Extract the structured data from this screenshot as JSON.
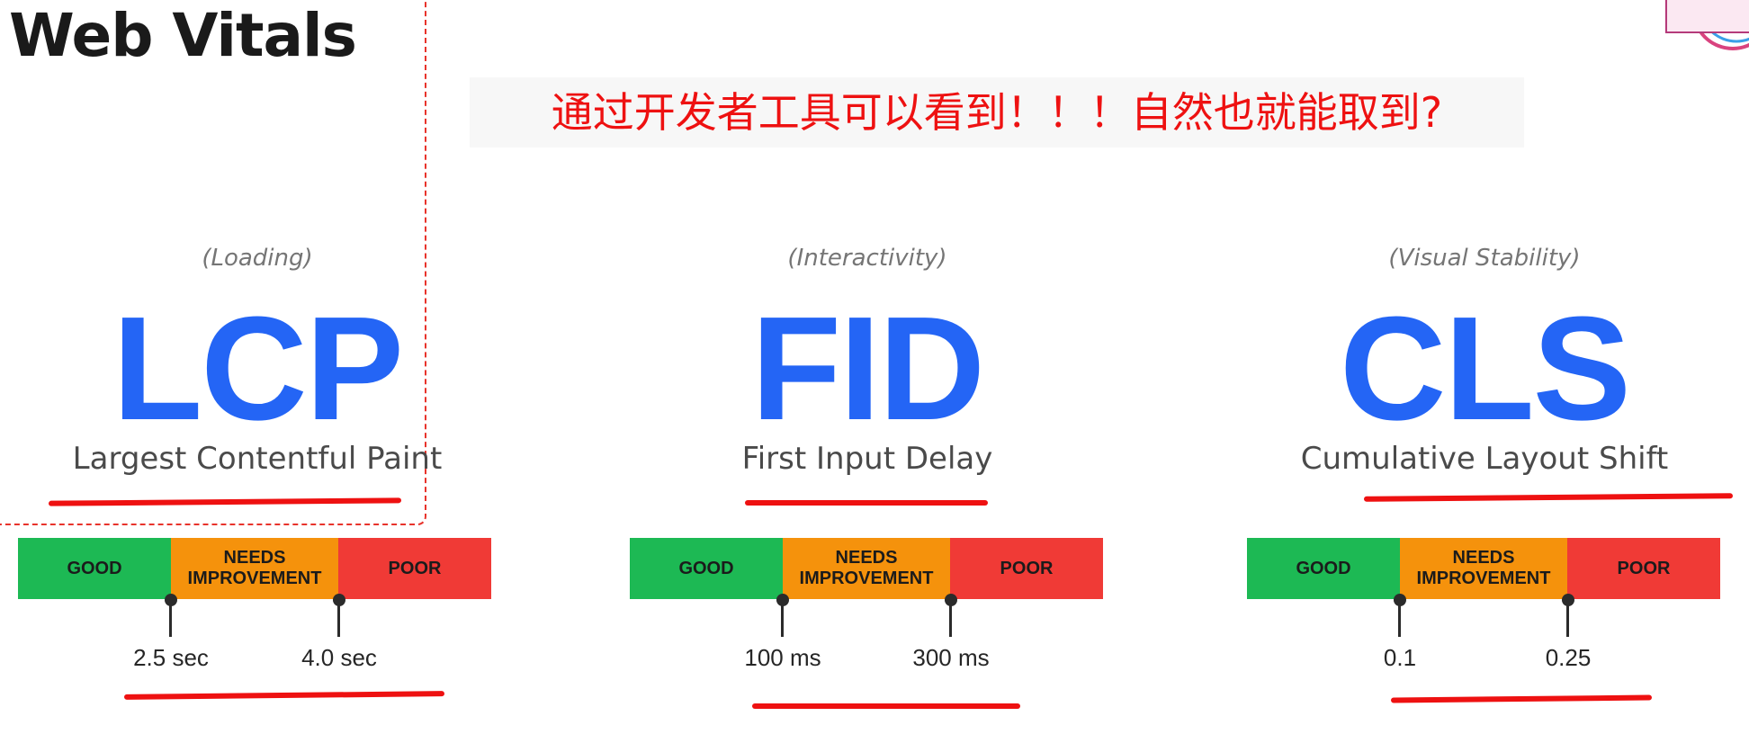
{
  "page": {
    "title": "Web Vitals"
  },
  "banner": {
    "text": "通过开发者工具可以看到！！！自然也就能取到?"
  },
  "logo": {
    "icon": "channel-logo-icon"
  },
  "colors": {
    "accent_blue": "#2465f5",
    "good": "#1db954",
    "needs_improvement": "#f5920c",
    "poor": "#f03a36",
    "annotation_red": "#ee1111"
  },
  "scale_labels": {
    "good": "GOOD",
    "needs": "NEEDS IMPROVEMENT",
    "poor": "POOR"
  },
  "metrics": [
    {
      "category": "(Loading)",
      "abbr": "LCP",
      "name": "Largest Contentful Paint",
      "thresholds": [
        "2.5 sec",
        "4.0 sec"
      ]
    },
    {
      "category": "(Interactivity)",
      "abbr": "FID",
      "name": "First Input Delay",
      "thresholds": [
        "100 ms",
        "300 ms"
      ]
    },
    {
      "category": "(Visual Stability)",
      "abbr": "CLS",
      "name": "Cumulative Layout Shift",
      "thresholds": [
        "0.1",
        "0.25"
      ]
    }
  ]
}
